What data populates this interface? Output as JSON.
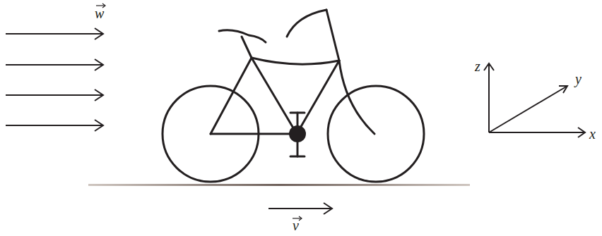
{
  "diagram": {
    "labels": [
      "w",
      "v",
      "z",
      "y",
      "x"
    ]
  }
}
